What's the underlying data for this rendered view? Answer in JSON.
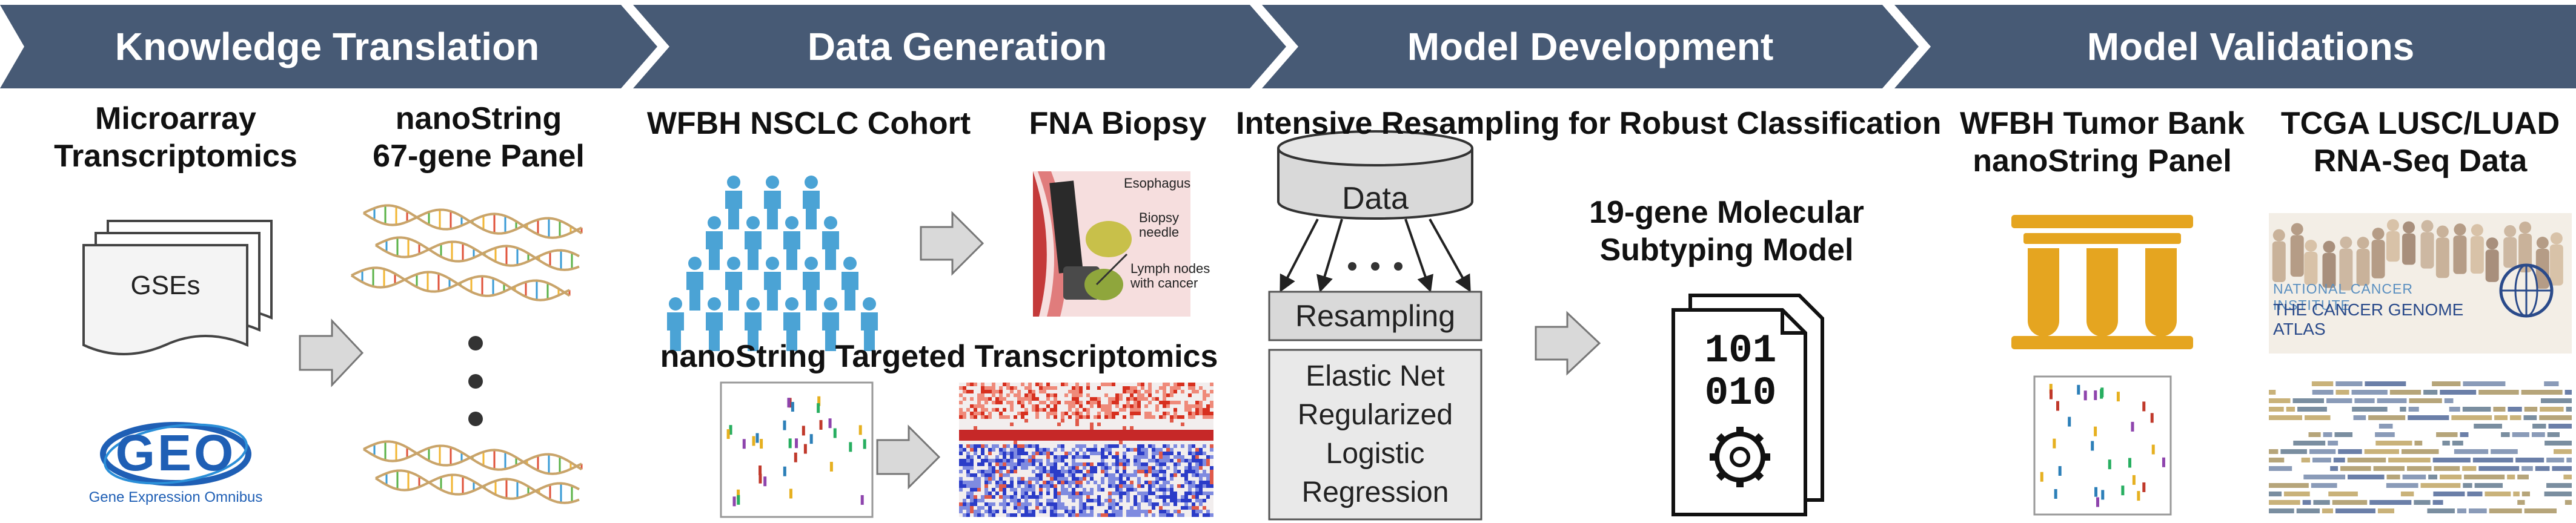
{
  "banner": {
    "colors": {
      "fill": "#475a75",
      "text": "#ffffff"
    },
    "stages": [
      {
        "label": "Knowledge Translation"
      },
      {
        "label": "Data Generation"
      },
      {
        "label": "Model Development"
      },
      {
        "label": "Model Validations"
      }
    ]
  },
  "knowledge_translation": {
    "microarray_label": "Microarray\nTranscriptomics",
    "panel_label": "nanoString\n67-gene Panel",
    "documents_label": "GSEs",
    "geo_logo_text": "GEO",
    "geo_caption": "Gene Expression Omnibus",
    "dna_icon": "dna-helix-icon"
  },
  "data_generation": {
    "cohort_label": "WFBH NSCLC Cohort",
    "biopsy_label": "FNA Biopsy",
    "biopsy_annotations": [
      "Esophagus",
      "Biopsy\nneedle",
      "Lymph nodes\nwith cancer"
    ],
    "targeted_label": "nanoString Targeted Transcriptomics",
    "people_icon": "person-icon",
    "heatmap_colors": {
      "high": "#d7301f",
      "mid": "#f4f0f0",
      "low": "#2b3cc8"
    }
  },
  "model_development": {
    "title": "Intensive Resampling for Robust Classification",
    "data_label": "Data",
    "resampling_label": "Resampling",
    "method_label": "Elastic Net\nRegularized\nLogistic\nRegression",
    "model_label": "19-gene Molecular\nSubtyping Model",
    "model_icon": "binary-document-gear-icon",
    "binary_text": [
      "101",
      "010"
    ]
  },
  "model_validations": {
    "tumor_bank_label": "WFBH Tumor Bank\nnanoString Panel",
    "tcga_label": "TCGA LUSC/LUAD\nRNA-Seq Data",
    "tube_color": "#e5a520",
    "tcga_logo_lines": [
      "NATIONAL CANCER INSTITUTE",
      "THE CANCER GENOME ATLAS"
    ]
  },
  "arrow_color": "#d9d9d9"
}
